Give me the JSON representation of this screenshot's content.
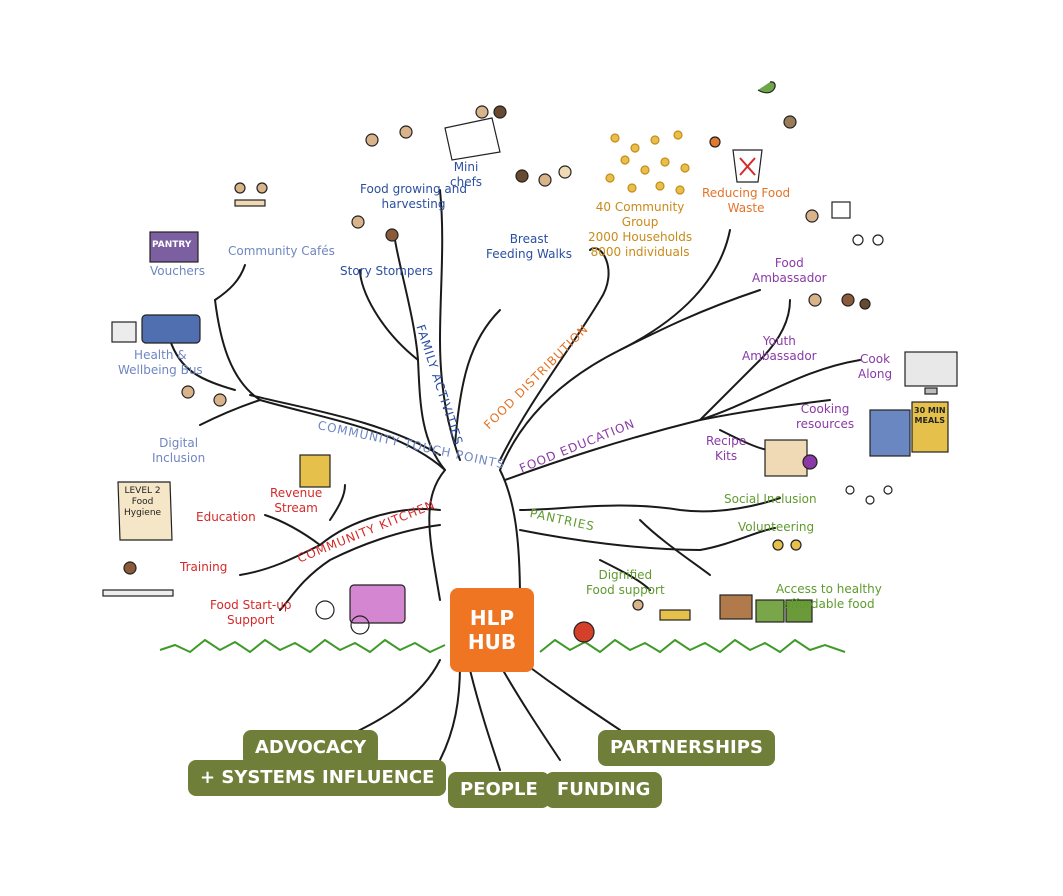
{
  "hub": {
    "line1": "HLP",
    "line2": "HUB"
  },
  "branches": {
    "family_activities": "FAMILY ACTIVITIES",
    "community_touch_points": "COMMUNITY TOUCH POINTS",
    "community_kitchen": "COMMUNITY KITCHEN",
    "food_distribution": "FOOD DISTRIBUTION",
    "food_education": "FOOD EDUCATION",
    "pantries": "PANTRIES"
  },
  "labels": {
    "vouchers": "Vouchers",
    "community_cafes": "Community Cafés",
    "health_bus_1": "Health &",
    "health_bus_2": "Wellbeing Bus",
    "digital_1": "Digital",
    "digital_2": "Inclusion",
    "food_growing_1": "Food growing and",
    "food_growing_2": "harvesting",
    "mini_chefs_1": "Mini",
    "mini_chefs_2": "chefs",
    "story_stompers": "Story Stompers",
    "breast_1": "Breast",
    "breast_2": "Feeding Walks",
    "community_group_1": "40 Community",
    "community_group_2": "Group",
    "community_group_3": "2000 Households",
    "community_group_4": "8000 individuals",
    "reducing_1": "Reducing Food",
    "reducing_2": "Waste",
    "food_amb_1": "Food",
    "food_amb_2": "Ambassador",
    "youth_amb_1": "Youth",
    "youth_amb_2": "Ambassador",
    "cook_1": "Cook",
    "cook_2": "Along",
    "cooking_res_1": "Cooking",
    "cooking_res_2": "resources",
    "recipe_1": "Recipe",
    "recipe_2": "Kits",
    "social_inclusion": "Social Inclusion",
    "volunteering": "Volunteering",
    "dignified_1": "Dignified",
    "dignified_2": "Food support",
    "access_1": "Access to healthy",
    "access_2": "affordable food",
    "revenue_1": "Revenue",
    "revenue_2": "Stream",
    "education": "Education",
    "training": "Training",
    "startup_1": "Food Start-up",
    "startup_2": "Support",
    "pantry_sign": "PANTRY",
    "hygiene_1": "LEVEL 2",
    "hygiene_2": "Food",
    "hygiene_3": "Hygiene",
    "meals_1": "30 MIN",
    "meals_2": "MEALS"
  },
  "roots": {
    "advocacy": "ADVOCACY",
    "systems": "+ SYSTEMS INFLUENCE",
    "people": "PEOPLE",
    "funding": "FUNDING",
    "partnerships": "PARTNERSHIPS"
  },
  "colors": {
    "hub": "#f07522",
    "root_pill": "#6f7f3a",
    "grass": "#3f9a2a",
    "branch_stroke": "#1a1a1a"
  }
}
